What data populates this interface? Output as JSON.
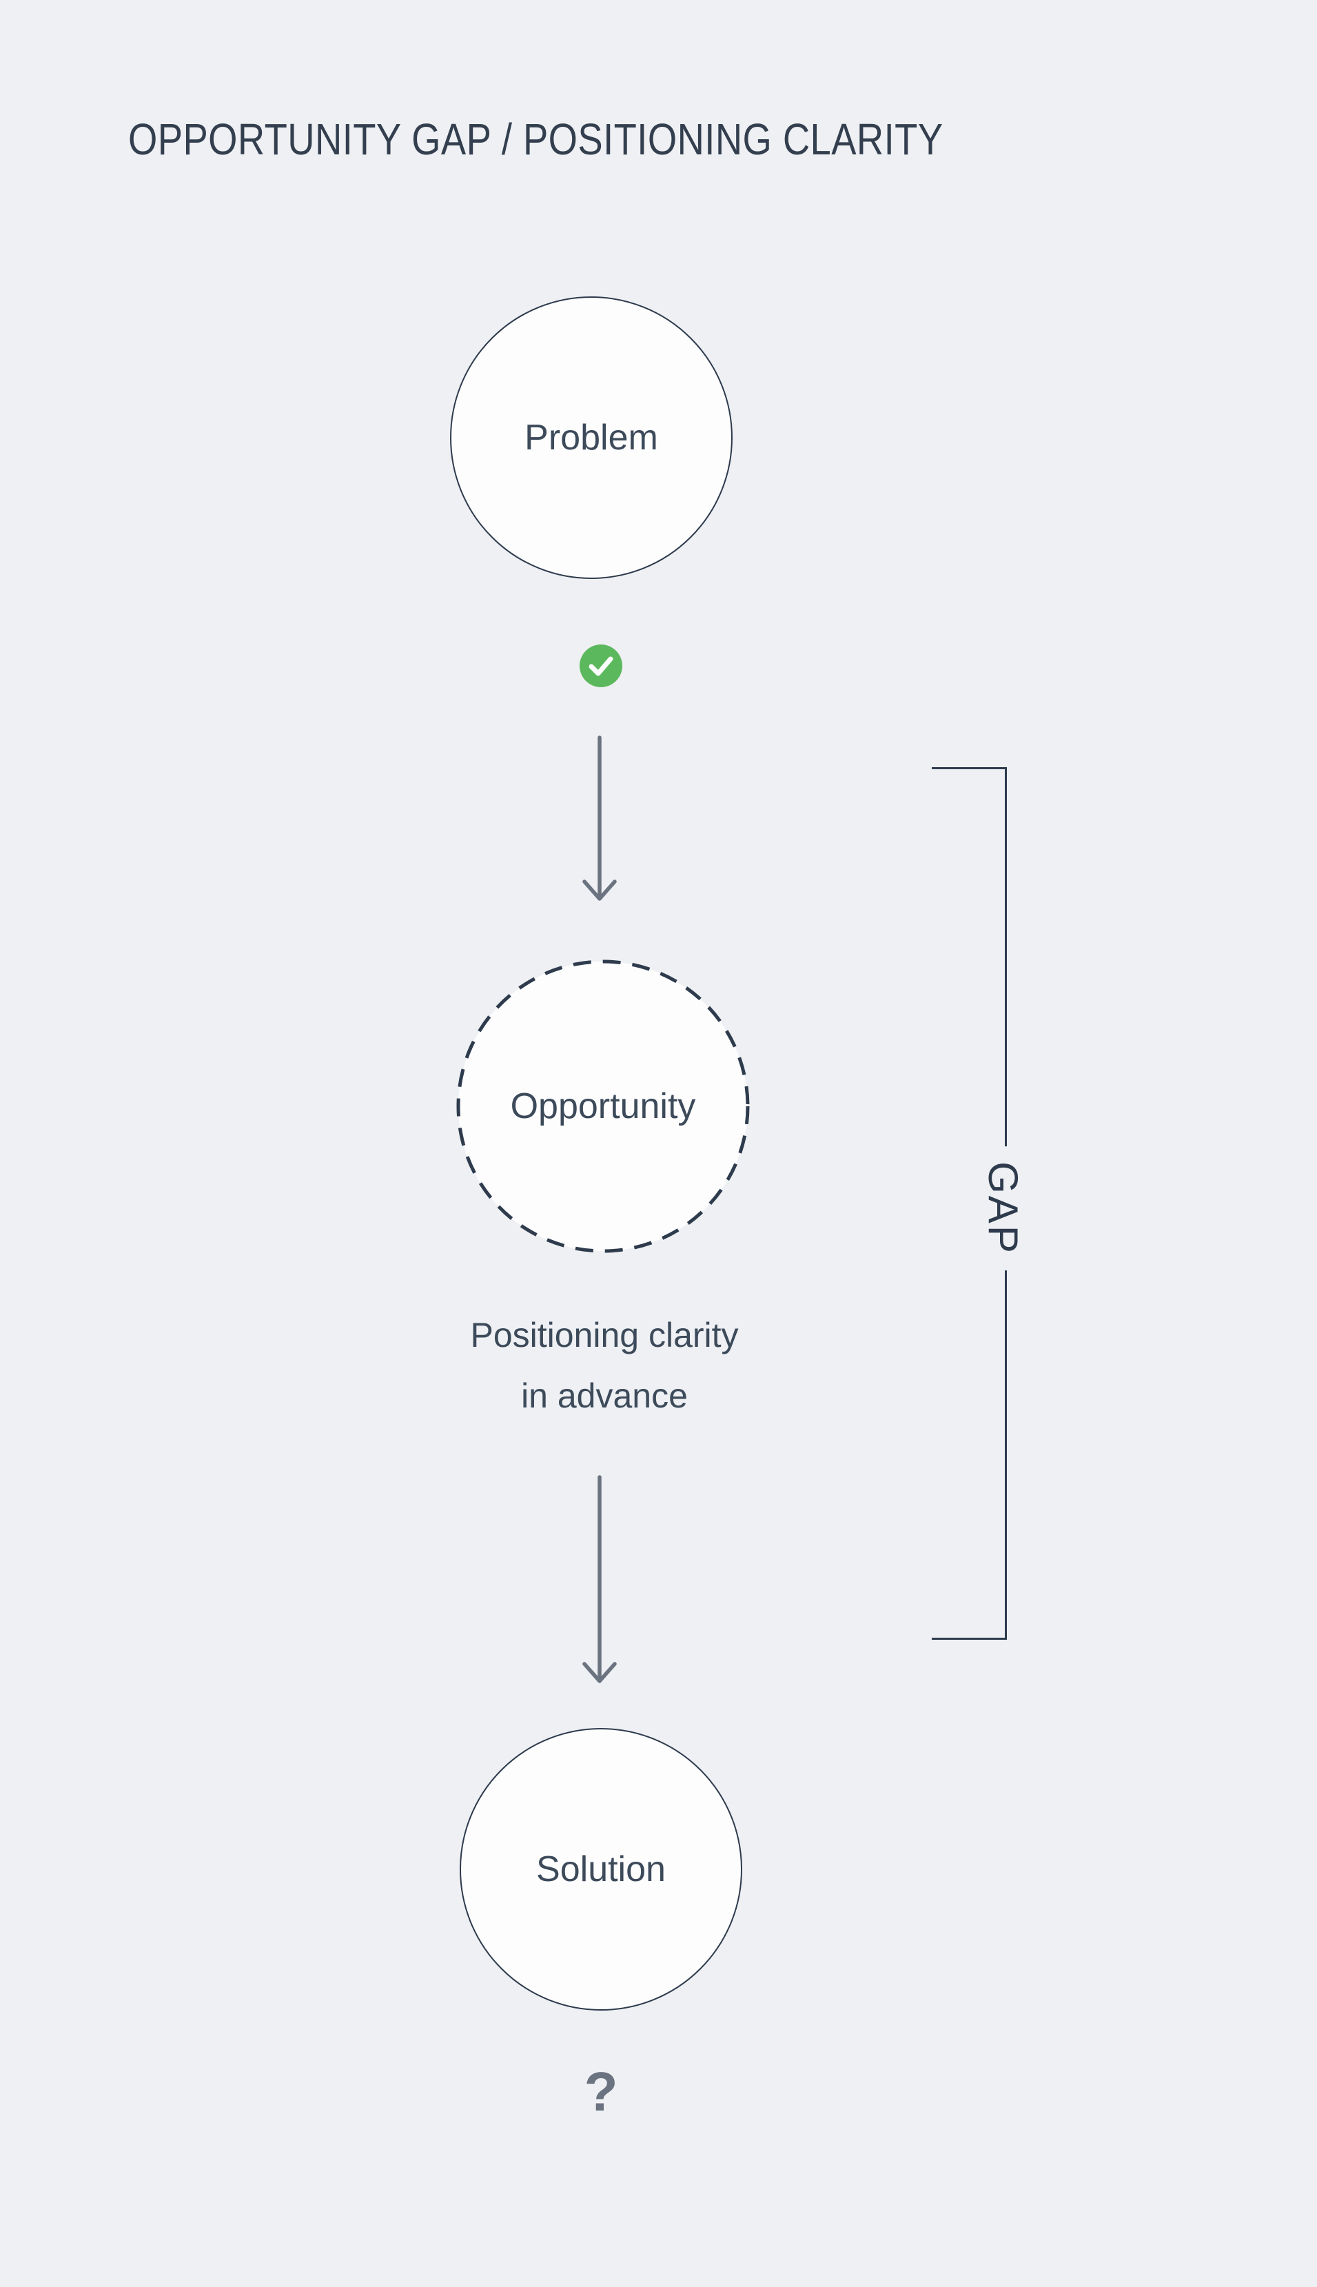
{
  "title": "OPPORTUNITY GAP / POSITIONING CLARITY",
  "nodes": [
    {
      "id": "problem",
      "label": "Problem",
      "border": "solid"
    },
    {
      "id": "opportunity",
      "label": "Opportunity",
      "border": "dashed"
    },
    {
      "id": "solution",
      "label": "Solution",
      "border": "solid"
    }
  ],
  "check_icon": "check-circle",
  "annotation": {
    "line1": "Positioning clarity",
    "line2": "in advance"
  },
  "bracket": {
    "label": "GAP"
  },
  "question_mark": "?",
  "colors": {
    "background": "#eef0f3",
    "slate": "#333f4f",
    "slate_soft": "#3c4a5a",
    "stroke": "#2e3b4d",
    "gray": "#6b7380",
    "green": "#5cb85c",
    "node_fill": "#fdfdfe"
  }
}
